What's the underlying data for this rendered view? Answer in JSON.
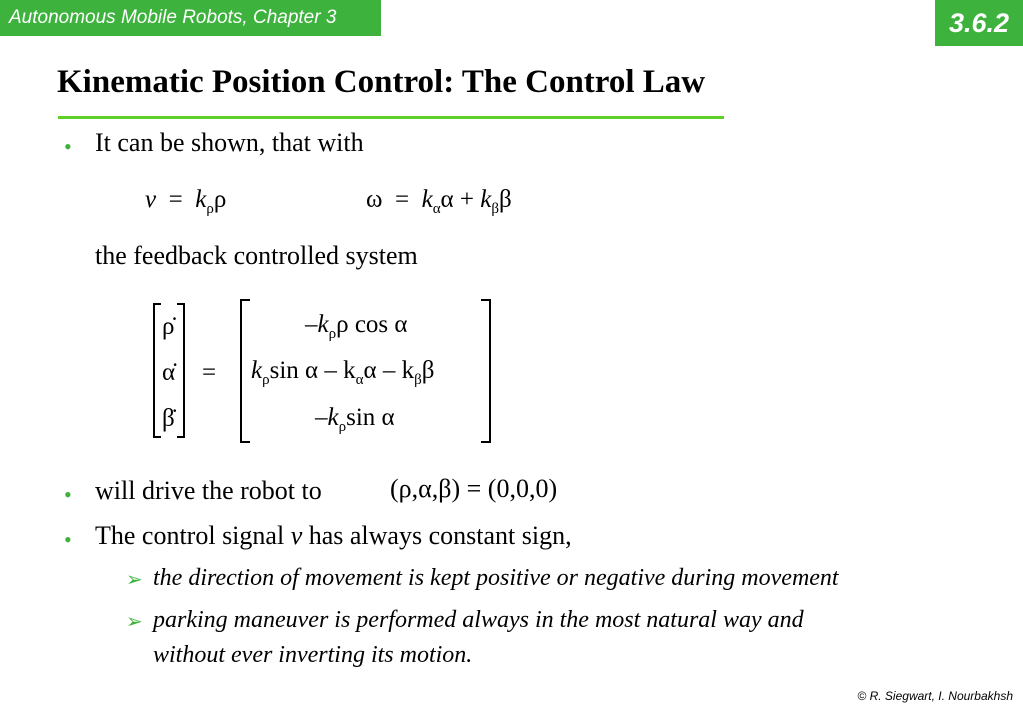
{
  "header": {
    "course": "Autonomous Mobile Robots, Chapter 3",
    "section": "3.6.2"
  },
  "title": "Kinematic Position Control: The Control Law",
  "bullets": [
    "It can be shown, that with",
    "will drive the robot to",
    "The control signal ",
    " has always constant sign,"
  ],
  "intro_continuation": "the feedback controlled system",
  "control_law": {
    "v": "v",
    "eq": "=",
    "k": "k",
    "rho": "ρ",
    "omega": "ω",
    "alpha": "α",
    "beta": "β",
    "plus": "+"
  },
  "matrix": {
    "lhs": [
      "ρ̇",
      "α̇",
      "β̇"
    ],
    "row1": "–k",
    "row1_rest": "ρ cos α",
    "row2_a": "k",
    "row2_b": "sin α – k",
    "row2_c": "α – k",
    "row2_d": "β",
    "row3": "–k",
    "row3_rest": "sin α",
    "sub_rho": "ρ",
    "sub_alpha": "α",
    "sub_beta": "β"
  },
  "target_state": "(ρ,α,β) = (0,0,0)",
  "signal_var": "v",
  "sub_bullets": [
    "the direction of movement is kept positive or negative during movement",
    "parking maneuver is performed always in the most natural way and",
    "without ever inverting its motion."
  ],
  "footer": "© R. Siegwart, I. Nourbakhsh",
  "colors": {
    "accent": "#3db23d",
    "title_rule": "#5fcf2a"
  }
}
